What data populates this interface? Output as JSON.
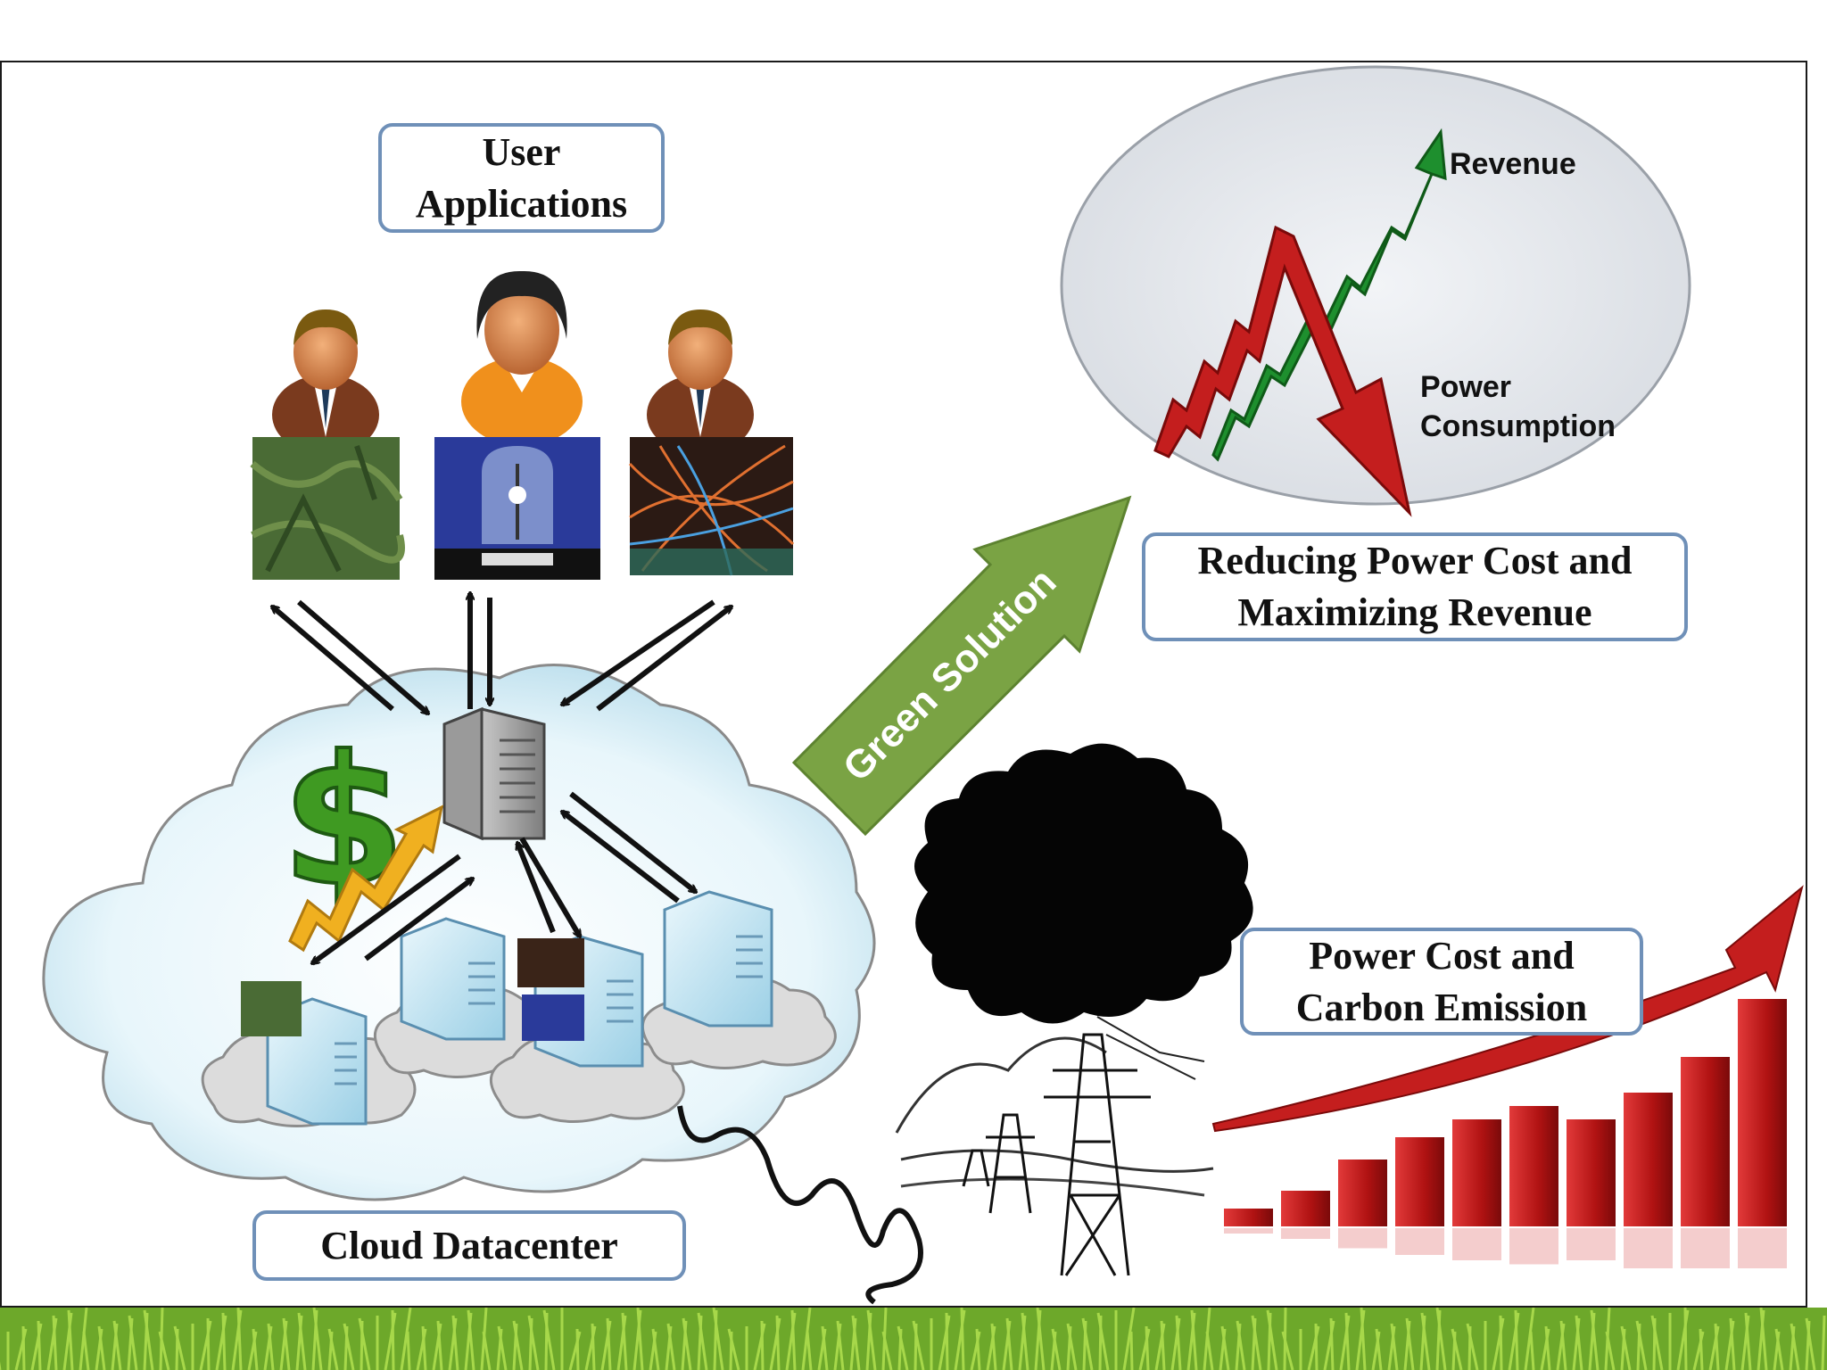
{
  "labels": {
    "user_applications": "User\nApplications",
    "cloud_datacenter": "Cloud Datacenter",
    "reducing": "Reducing Power Cost and\nMaximizing Revenue",
    "power_cost": "Power Cost and\nCarbon Emission",
    "green_solution": "Green Solution",
    "revenue": "Revenue",
    "power_consumption": "Power\nConsumption"
  },
  "icons": {
    "users": [
      "user-man-icon",
      "user-woman-icon",
      "user-man-icon"
    ],
    "apps": [
      "satellite-terrain-image",
      "lab-apparatus-image",
      "particle-physics-image"
    ],
    "datacenter": [
      "dollar-sign-icon",
      "server-icon",
      "cloud-icon"
    ],
    "power": [
      "black-smoke-cloud-icon",
      "power-pylon-icon",
      "rising-bar-chart-icon"
    ]
  },
  "colors": {
    "box_border": "#6f90b8",
    "green_arrow": "#7aa344",
    "revenue_green": "#1e8f2e",
    "power_red": "#c41e1e"
  }
}
